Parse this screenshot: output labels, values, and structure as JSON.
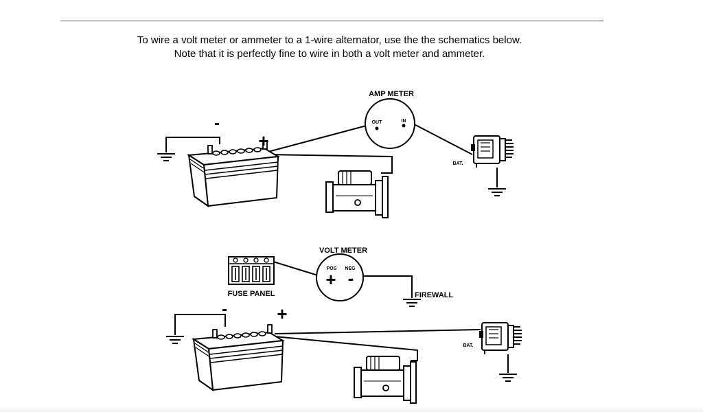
{
  "intro": {
    "line1": "To wire a volt meter or ammeter to a 1-wire alternator, use the the schematics below.",
    "line2": "Note that it is perfectly fine to wire in both a volt meter and ammeter."
  },
  "ammeter_diagram": {
    "meter_title": "AMP METER",
    "terminal_out": "OUT",
    "terminal_in": "IN",
    "battery_minus": "-",
    "battery_plus": "+",
    "alternator_bat": "BAT."
  },
  "voltmeter_diagram": {
    "meter_title": "VOLT METER",
    "terminal_pos": "POS",
    "terminal_neg": "NEG",
    "symbol_plus": "+",
    "symbol_minus": "-",
    "fuse_panel": "FUSE PANEL",
    "firewall": "FIREWALL",
    "battery_minus": "-",
    "battery_plus": "+",
    "alternator_bat": "BAT."
  }
}
